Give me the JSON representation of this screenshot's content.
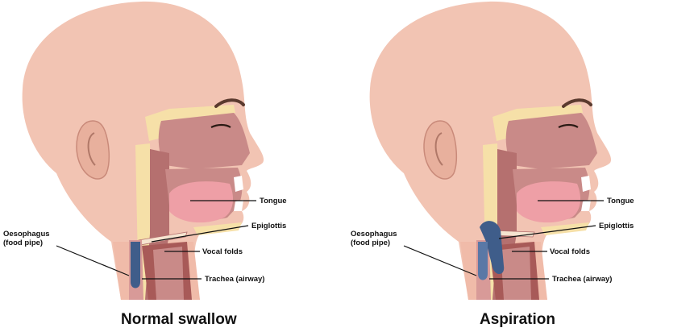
{
  "panels": [
    {
      "caption": "Normal swallow",
      "labels": {
        "tongue": "Tongue",
        "epiglottis": "Epiglottis",
        "vocal_folds": "Vocal folds",
        "trachea": "Trachea (airway)",
        "oesophagus_1": "Oesophagus",
        "oesophagus_2": "(food pipe)"
      }
    },
    {
      "caption": "Aspiration",
      "labels": {
        "tongue": "Tongue",
        "epiglottis": "Epiglottis",
        "vocal_folds": "Vocal folds",
        "trachea": "Trachea (airway)",
        "oesophagus_1": "Oesophagus",
        "oesophagus_2": "(food pipe)"
      }
    }
  ],
  "colors": {
    "skin": "#f2c4b3",
    "skin_light": "#f6d3c4",
    "cavity": "#c98a88",
    "cavity_dark": "#b5706f",
    "tongue": "#ee9fa6",
    "bone": "#f6e0a8",
    "bolus": "#3f5d8a",
    "trachea": "#a85a58"
  }
}
